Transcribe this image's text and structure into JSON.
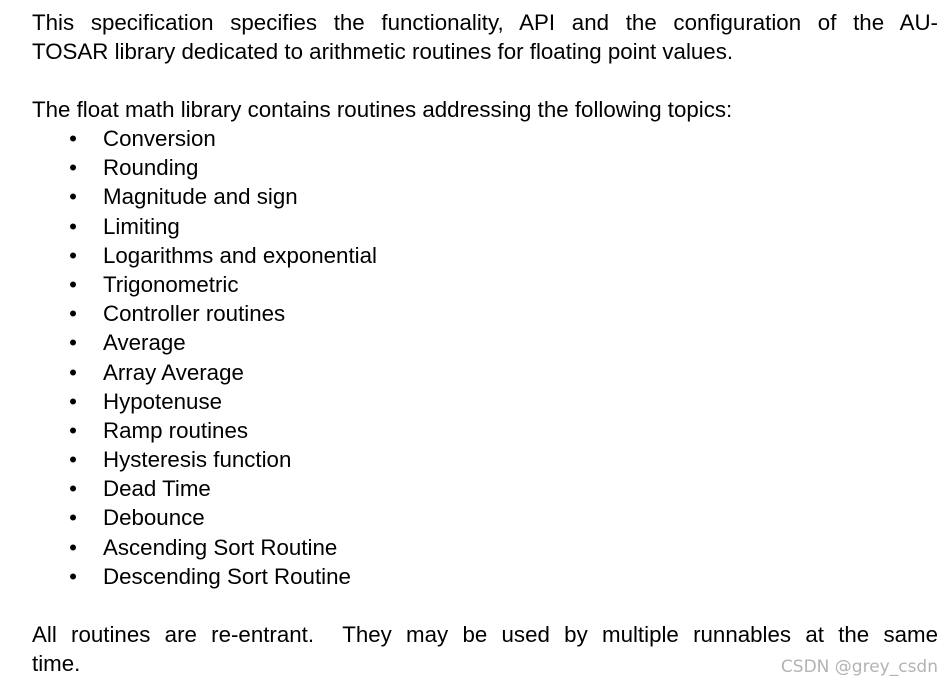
{
  "intro": {
    "line1": "This specification specifies the functionality, API and the configuration of the AU-",
    "line2": "TOSAR library dedicated to arithmetic routines for floating point values."
  },
  "topics_intro": "The float math library contains routines addressing the following topics:",
  "bullet_glyph": "•",
  "topics": [
    "Conversion",
    "Rounding",
    "Magnitude and sign",
    "Limiting",
    "Logarithms and exponential",
    "Trigonometric",
    "Controller routines",
    "Average",
    "Array Average",
    "Hypotenuse",
    "Ramp routines",
    "Hysteresis function",
    "Dead Time",
    "Debounce",
    "Ascending Sort Routine",
    "Descending Sort Routine"
  ],
  "reentrant_note": {
    "line1": "All routines are re-entrant.  They may be used by multiple runnables at the same",
    "line2": "time."
  },
  "watermark": "CSDN @grey_csdn"
}
